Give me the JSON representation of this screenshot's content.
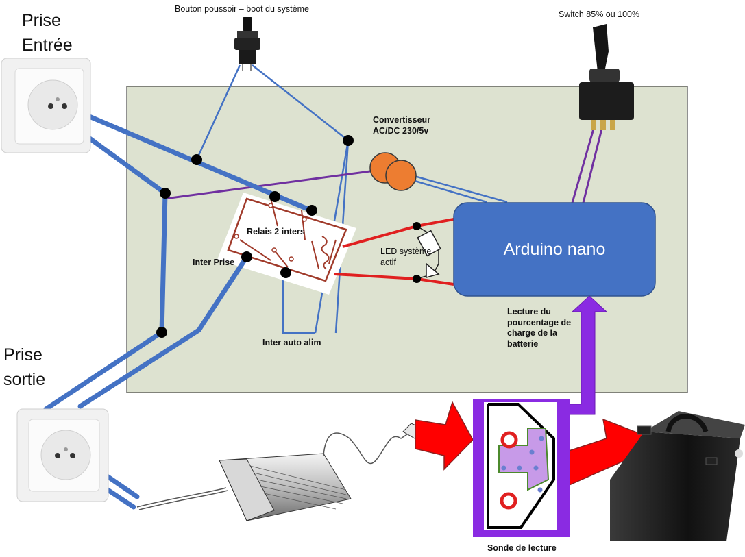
{
  "labels": {
    "prise_entree": "Prise\nEntrée",
    "prise_sortie": "Prise\nsortie",
    "bouton": "Bouton poussoir – boot du système",
    "switch": "Switch 85% ou 100%",
    "convertisseur": "Convertisseur\nAC/DC 230/5v",
    "relais": "Relais 2 inters",
    "inter_prise": "Inter Prise",
    "inter_auto": "Inter auto alim",
    "led": "LED système\nactif",
    "arduino": "Arduino nano",
    "lecture": "Lecture du\npourcentage de\ncharge de la\nbatterie",
    "sonde": "Sonde de lecture"
  },
  "colors": {
    "board_bg": "#dde2d0",
    "power_wire": "#4472c4",
    "signal_wire": "#7030a0",
    "led_wire": "#e02020",
    "arduino": "#4472c4",
    "converter": "#ed7d31",
    "arrow_red": "#ff0000",
    "arrow_purple": "#8a2be2"
  },
  "icons": {
    "outlet": "wall-outlet-icon",
    "push_button": "push-button-icon",
    "toggle_switch": "toggle-switch-icon",
    "relay": "relay-icon",
    "charger": "charger-icon",
    "battery": "battery-icon"
  }
}
